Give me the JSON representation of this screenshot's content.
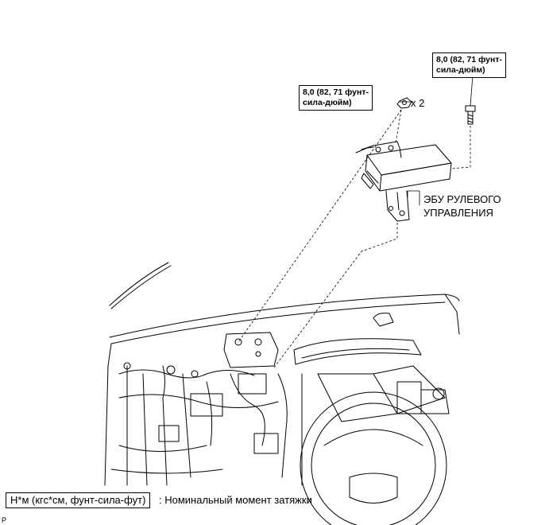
{
  "torque_left": {
    "line1": "8,0 (82, 71 фунт-",
    "line2": "сила-дюйм)"
  },
  "torque_right": {
    "line1": "8,0 (82, 71 фунт-",
    "line2": "сила-дюйм)"
  },
  "quantity": "x 2",
  "component": {
    "line1": "ЭБУ РУЛЕВОГО",
    "line2": "УПРАВЛЕНИЯ"
  },
  "legend": {
    "key": "Н*м (кгс*см, фунт-сила-фут)",
    "text": ": Номинальный момент затяжки"
  },
  "figure_code": "P"
}
